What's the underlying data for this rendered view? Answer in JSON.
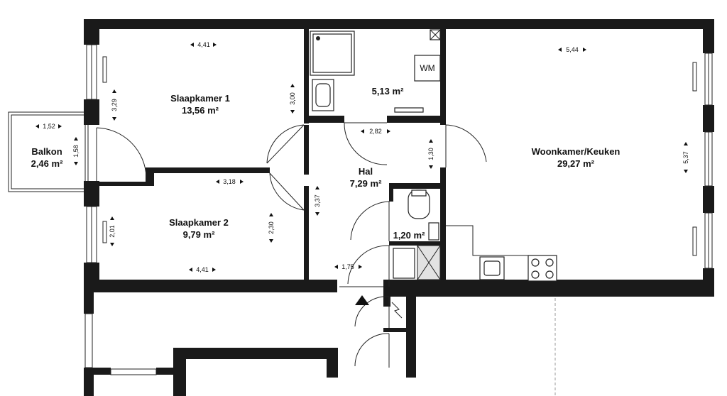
{
  "rooms": {
    "slaapkamer1": {
      "name": "Slaapkamer 1",
      "area": "13,56 m²"
    },
    "slaapkamer2": {
      "name": "Slaapkamer 2",
      "area": "9,79 m²"
    },
    "balkon": {
      "name": "Balkon",
      "area": "2,46 m²"
    },
    "hal": {
      "name": "Hal",
      "area": "7,29 m²"
    },
    "badkamer": {
      "area": "5,13 m²"
    },
    "toilet": {
      "area": "1,20 m²"
    },
    "woonkamer": {
      "name": "Woonkamer/Keuken",
      "area": "29,27 m²"
    }
  },
  "fixtures": {
    "washing_machine": "WM"
  },
  "dimensions": {
    "sk1_width": "4,41",
    "sk1_depth": "3,29",
    "sk1_depth_inner": "3,00",
    "balkon_width": "1,52",
    "balkon_depth": "1,58",
    "sk2_width_top": "3,18",
    "sk2_width_bottom": "4,41",
    "sk2_depth_left": "2,01",
    "sk2_depth_right": "2,30",
    "hal_width": "2,82",
    "hal_depth": "3,37",
    "hal_door_depth": "1,30",
    "entry_width": "1,75",
    "wk_width": "5,44",
    "wk_depth": "5,37"
  }
}
